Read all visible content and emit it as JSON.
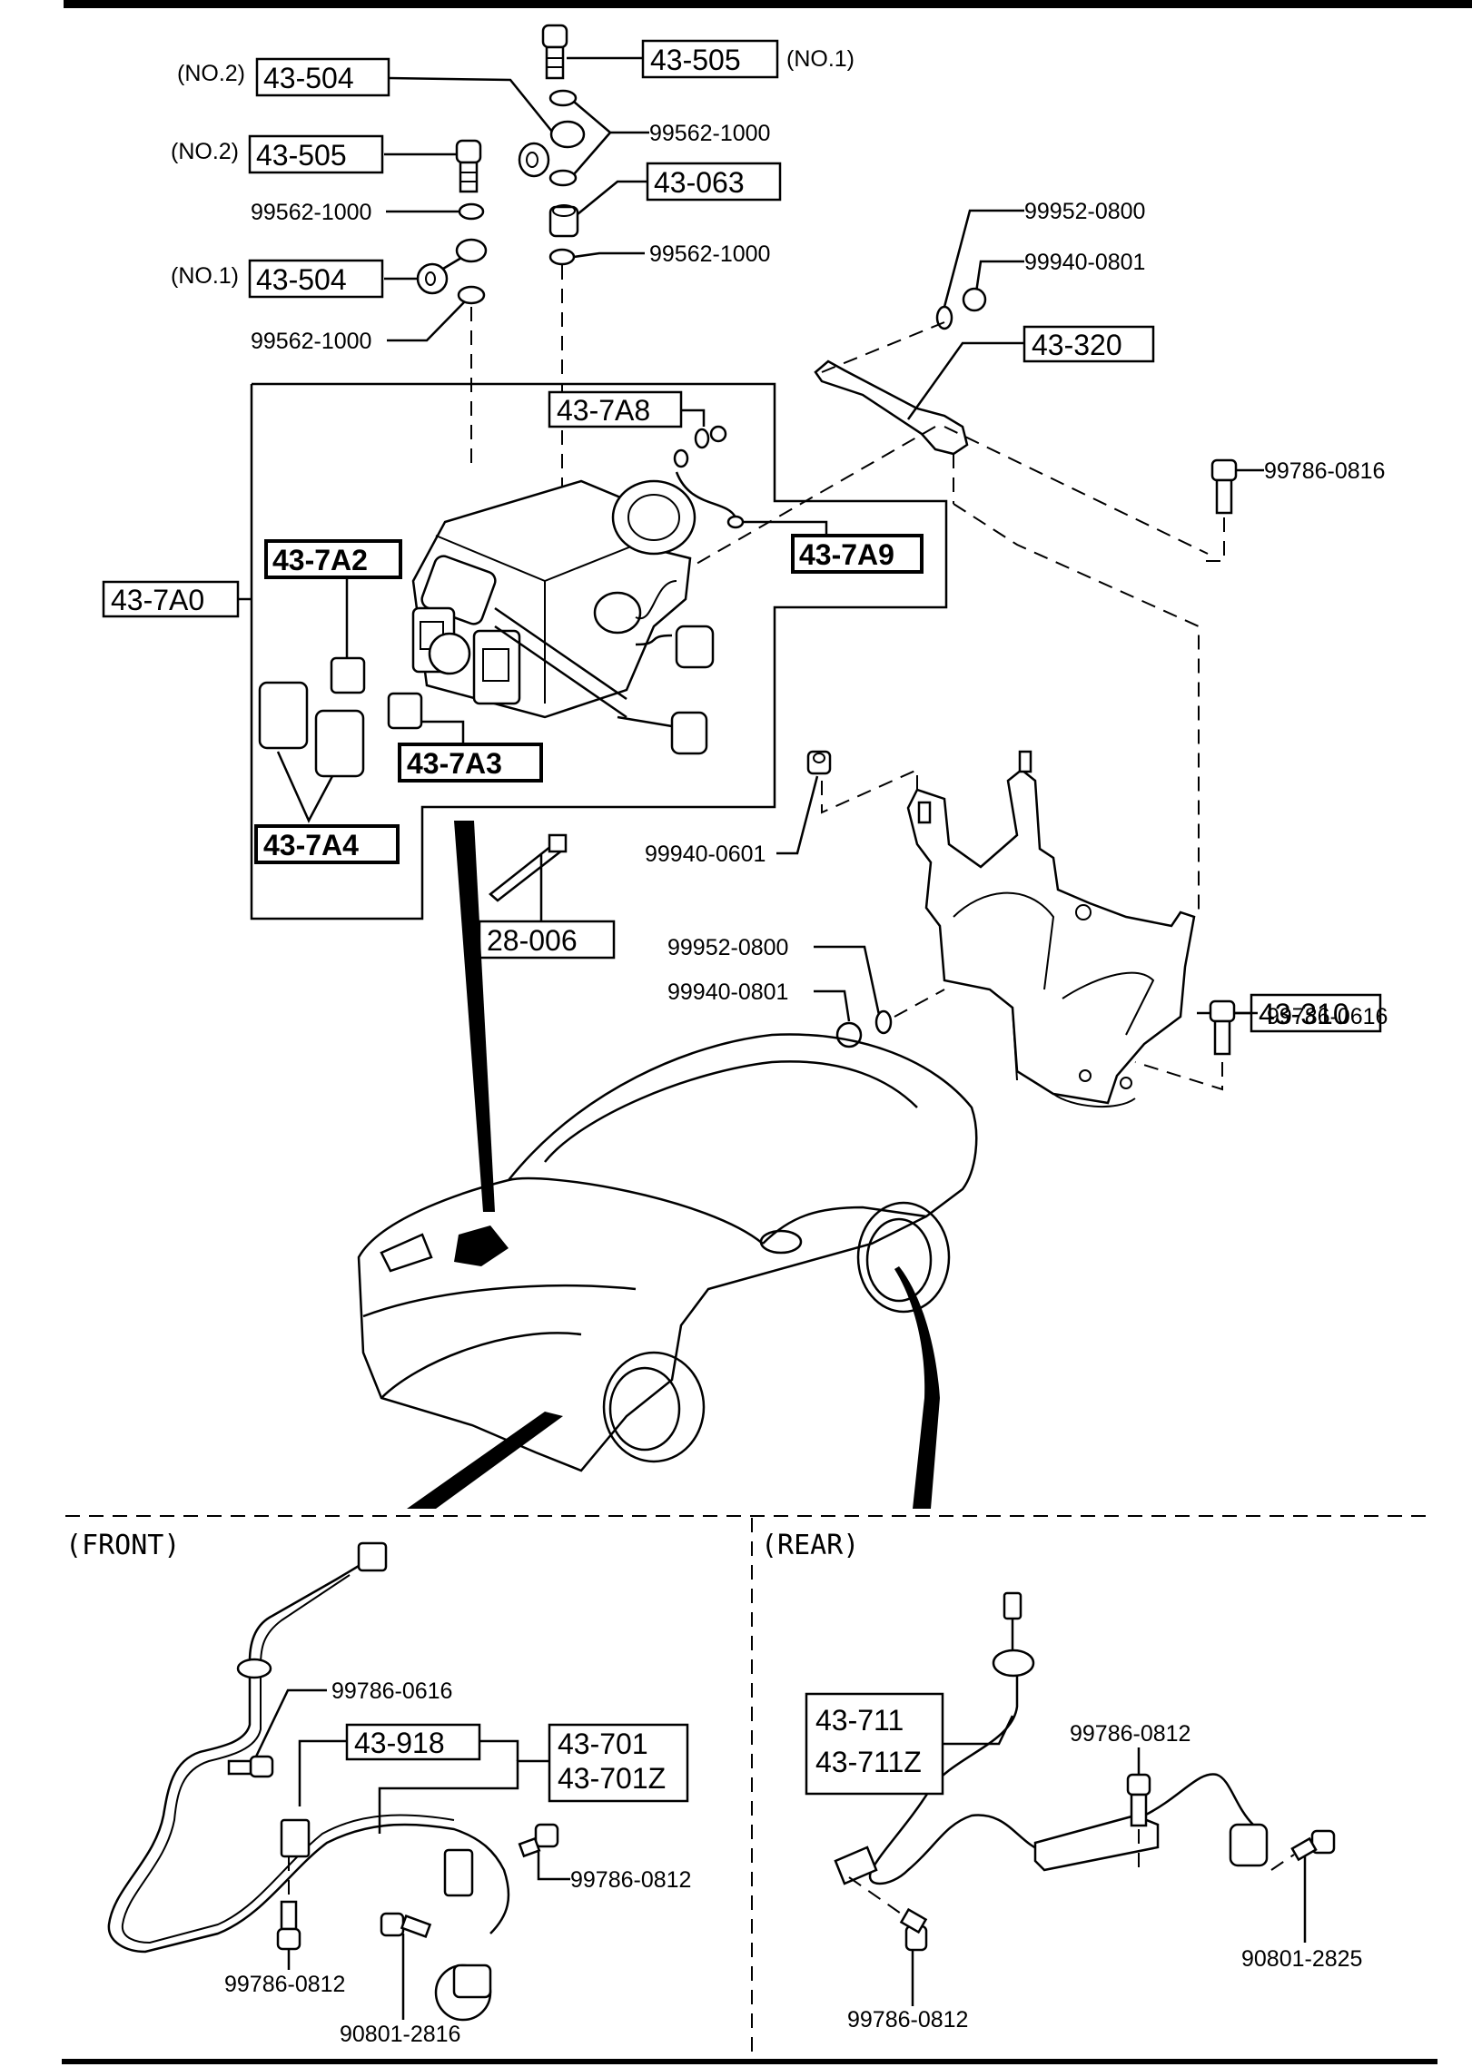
{
  "diagram": {
    "title": "ABS Hydraulic Unit and Wheel Speed Sensors",
    "colors": {
      "ink": "#000000",
      "paper": "#ffffff"
    },
    "upper_callouts": {
      "no2_43_504": {
        "qualifier": "(NO.2)",
        "part": "43-504"
      },
      "no1_43_505": {
        "qualifier": "(NO.1)",
        "part": "43-505"
      },
      "no2_43_505": {
        "qualifier": "(NO.2)",
        "part": "43-505"
      },
      "no1_43_504": {
        "qualifier": "(NO.1)",
        "part": "43-504"
      },
      "washer_pair": "99562-1000",
      "washer_left_upper": "99562-1000",
      "washer_left_lower": "99562-1000",
      "washer_right": "99562-1000",
      "p43_063": "43-063",
      "p99952_0800_top": "99952-0800",
      "p99940_0801_top": "99940-0801",
      "p43_320": "43-320",
      "p99786_0816": "99786-0816",
      "p43_7A8": "43-7A8",
      "p43_7A9": "43-7A9",
      "p43_7A0": "43-7A0",
      "p43_7A2": "43-7A2",
      "p43_7A3": "43-7A3",
      "p43_7A4": "43-7A4",
      "p28_006": "28-006",
      "p99940_0601": "99940-0601",
      "p99952_0800_mid": "99952-0800",
      "p99940_0801_mid": "99940-0801",
      "p43_310": "43-310",
      "p99786_0616": "99786-0616"
    },
    "front": {
      "section_label": "(FRONT)",
      "p99786_0616": "99786-0616",
      "p43_918": "43-918",
      "p43_701": [
        "43-701",
        "43-701Z"
      ],
      "p99786_0812_right": "99786-0812",
      "p99786_0812_bottom": "99786-0812",
      "p90801_2816": "90801-2816"
    },
    "rear": {
      "section_label": "(REAR)",
      "p43_711": [
        "43-711",
        "43-711Z"
      ],
      "p99786_0812_top": "99786-0812",
      "p99786_0812_bottom": "99786-0812",
      "p90801_2825": "90801-2825"
    }
  }
}
